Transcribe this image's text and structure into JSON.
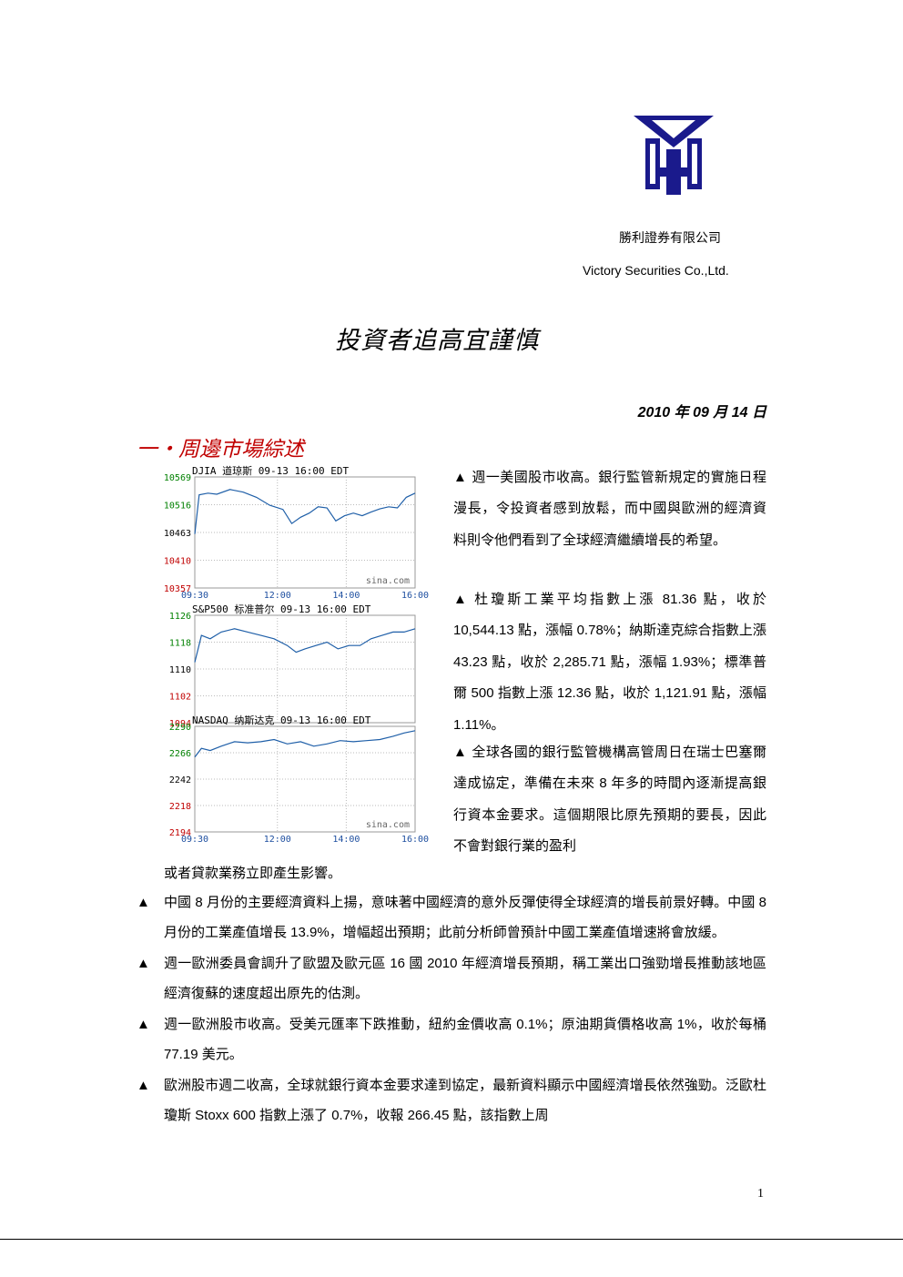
{
  "header": {
    "company_cn": "勝利證券有限公司",
    "company_en": "Victory Securities Co.,Ltd."
  },
  "title": "投資者追高宜謹慎",
  "date": "2010 年 09 月 14 日",
  "section_title": "一・周邊市場綜述",
  "bullet_symbol": "▲",
  "right_paragraphs": [
    "週一美國股市收高。銀行監管新規定的實施日程漫長，令投資者感到放鬆，而中國與歐洲的經濟資料則令他們看到了全球經濟繼續增長的希望。",
    "杜瓊斯工業平均指數上漲 81.36 點，收於 10,544.13 點，漲幅 0.78%；納斯達克綜合指數上漲 43.23 點，收於 2,285.71 點，漲幅 1.93%；標準普爾 500 指數上漲 12.36 點，收於 1,121.91 點，漲幅 1.11%。",
    "全球各國的銀行監管機構高管周日在瑞士巴塞爾達成協定，準備在未來 8 年多的時間內逐漸提高銀行資本金要求。這個期限比原先預期的要長，因此不會對銀行業的盈利"
  ],
  "continuation": "或者貸款業務立即產生影響。",
  "bullets": [
    "中國 8 月份的主要經濟資料上揚，意味著中國經濟的意外反彈使得全球經濟的增長前景好轉。中國 8 月份的工業產值增長 13.9%，增幅超出預期；此前分析師曾預計中國工業產值增速將會放緩。",
    "週一歐洲委員會調升了歐盟及歐元區 16 國 2010 年經濟增長預期，稱工業出口強勁增長推動該地區經濟復蘇的速度超出原先的估測。",
    "週一歐洲股市收高。受美元匯率下跌推動，紐約金價收高 0.1%；原油期貨價格收高 1%，收於每桶 77.19 美元。",
    "歐洲股市週二收高，全球就銀行資本金要求達到協定，最新資料顯示中國經濟增長依然強勁。泛歐杜瓊斯 Stoxx 600 指數上漲了 0.7%，收報 266.45 點，該指數上周"
  ],
  "page_number": "1",
  "colors": {
    "logo_blue": "#1a1a8c",
    "section_red": "#c00000",
    "chart_line": "#1f5fa8",
    "tick_red": "#c00000",
    "tick_green": "#008000",
    "time_label": "#1e4fa0"
  },
  "chart_data": [
    {
      "type": "line",
      "title": "DJIA 道琼斯 09-13 16:00 EDT",
      "watermark": "sina.com",
      "x_ticks": [
        "09:30",
        "12:00",
        "14:00",
        "16:00"
      ],
      "y_ticks": [
        "10569",
        "10516",
        "10463",
        "10410",
        "10357"
      ],
      "y_tick_colors": [
        "tick_green",
        "tick_green",
        "plain",
        "tick_red",
        "tick_red"
      ],
      "ylim": [
        10357,
        10569
      ],
      "series": [
        {
          "x": [
            0,
            0.02,
            0.06,
            0.1,
            0.16,
            0.22,
            0.28,
            0.34,
            0.4,
            0.44,
            0.48,
            0.52,
            0.56,
            0.6,
            0.64,
            0.68,
            0.72,
            0.76,
            0.8,
            0.84,
            0.88,
            0.92,
            0.96,
            1.0
          ],
          "y": [
            10460,
            10535,
            10538,
            10536,
            10545,
            10540,
            10530,
            10515,
            10507,
            10480,
            10492,
            10500,
            10512,
            10510,
            10485,
            10495,
            10500,
            10495,
            10502,
            10508,
            10512,
            10510,
            10530,
            10538
          ]
        }
      ]
    },
    {
      "type": "line",
      "title": "S&P500 标准普尔 09-13 16:00 EDT",
      "x_ticks": [
        "09:30",
        "12:00",
        "14:00",
        "16:00"
      ],
      "y_ticks": [
        "1126",
        "1118",
        "1110",
        "1102",
        "1094"
      ],
      "y_tick_colors": [
        "tick_green",
        "tick_green",
        "plain",
        "tick_red",
        "tick_red"
      ],
      "ylim": [
        1094,
        1126
      ],
      "series": [
        {
          "x": [
            0,
            0.03,
            0.07,
            0.12,
            0.18,
            0.24,
            0.3,
            0.36,
            0.42,
            0.46,
            0.5,
            0.55,
            0.6,
            0.65,
            0.7,
            0.75,
            0.8,
            0.85,
            0.9,
            0.95,
            1.0
          ],
          "y": [
            1112,
            1120,
            1119,
            1121,
            1122,
            1121,
            1120,
            1119,
            1117,
            1115,
            1116,
            1117,
            1118,
            1116,
            1117,
            1117,
            1119,
            1120,
            1121,
            1121,
            1122
          ]
        }
      ]
    },
    {
      "type": "line",
      "title": "NASDAQ 纳斯达克 09-13 16:00 EDT",
      "watermark": "sina.com",
      "x_ticks": [
        "09:30",
        "12:00",
        "14:00",
        "16:00"
      ],
      "y_ticks": [
        "2290",
        "2266",
        "2242",
        "2218",
        "2194"
      ],
      "y_tick_colors": [
        "tick_green",
        "tick_green",
        "plain",
        "tick_red",
        "tick_red"
      ],
      "ylim": [
        2194,
        2290
      ],
      "series": [
        {
          "x": [
            0,
            0.03,
            0.07,
            0.12,
            0.18,
            0.24,
            0.3,
            0.36,
            0.42,
            0.48,
            0.54,
            0.6,
            0.66,
            0.72,
            0.78,
            0.84,
            0.9,
            0.95,
            1.0
          ],
          "y": [
            2262,
            2270,
            2268,
            2272,
            2276,
            2275,
            2276,
            2278,
            2274,
            2276,
            2272,
            2274,
            2277,
            2276,
            2277,
            2278,
            2281,
            2284,
            2286
          ]
        }
      ]
    }
  ]
}
